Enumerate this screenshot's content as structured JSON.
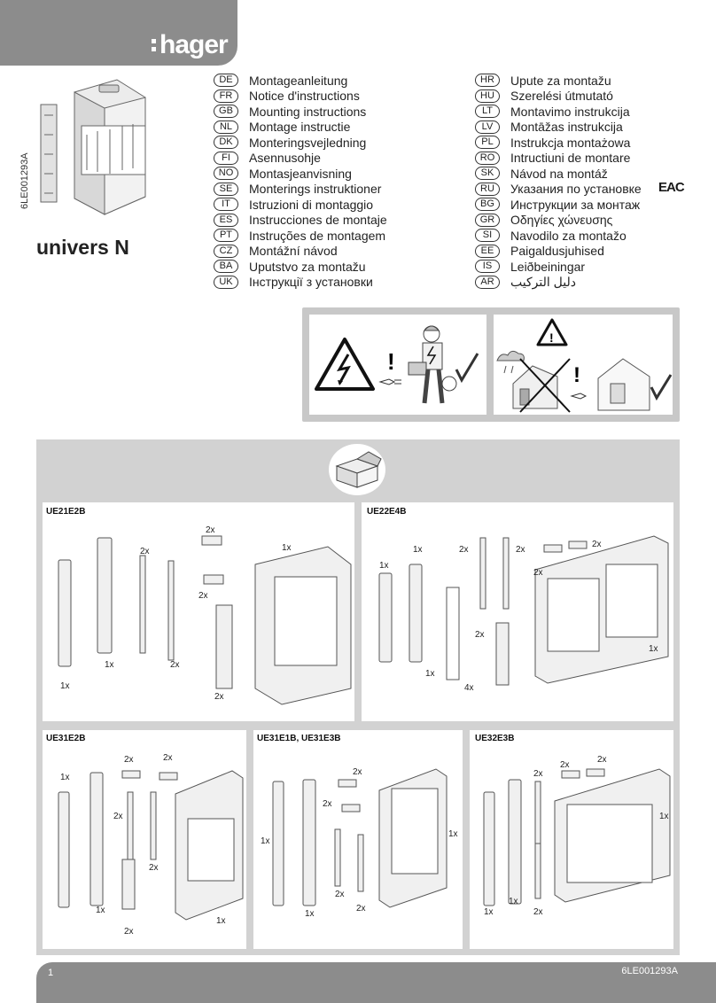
{
  "brand": {
    "logo_text": "hager"
  },
  "document": {
    "code_vertical": "6LE001293A",
    "product": "univers N"
  },
  "languages_left": [
    {
      "code": "DE",
      "text": "Montageanleitung"
    },
    {
      "code": "FR",
      "text": "Notice d'instructions"
    },
    {
      "code": "GB",
      "text": "Mounting instructions"
    },
    {
      "code": "NL",
      "text": "Montage instructie"
    },
    {
      "code": "DK",
      "text": "Monteringsvejledning"
    },
    {
      "code": "FI",
      "text": "Asennusohje"
    },
    {
      "code": "NO",
      "text": "Montasjeanvisning"
    },
    {
      "code": "SE",
      "text": "Monterings instruktioner"
    },
    {
      "code": "IT",
      "text": "Istruzioni di montaggio"
    },
    {
      "code": "ES",
      "text": "Instrucciones de montaje"
    },
    {
      "code": "PT",
      "text": "Instruções de montagem"
    },
    {
      "code": "CZ",
      "text": "Montážní návod"
    },
    {
      "code": "BA",
      "text": "Uputstvo za montažu"
    },
    {
      "code": "UK",
      "text": "Інструкції з установки"
    }
  ],
  "languages_right": [
    {
      "code": "HR",
      "text": "Upute za montažu"
    },
    {
      "code": "HU",
      "text": "Szerelési útmutató"
    },
    {
      "code": "LT",
      "text": "Montavimo instrukcija"
    },
    {
      "code": "LV",
      "text": "Montāžas instrukcija"
    },
    {
      "code": "PL",
      "text": "Instrukcja montażowa"
    },
    {
      "code": "RO",
      "text": "Intructiuni de montare"
    },
    {
      "code": "SK",
      "text": "Návod na montáž"
    },
    {
      "code": "RU",
      "text": "Указания по установке"
    },
    {
      "code": "BG",
      "text": "Инструкции за монтаж"
    },
    {
      "code": "GR",
      "text": "Οδηγίες χώνευσης"
    },
    {
      "code": "SI",
      "text": "Navodilo za montažo"
    },
    {
      "code": "EE",
      "text": "Paigaldusjuhised"
    },
    {
      "code": "IS",
      "text": "Leiðbeiningar"
    },
    {
      "code": "AR",
      "text": "دليل التركيب"
    }
  ],
  "certification_mark": "EAC",
  "kits": {
    "ue21e2b": {
      "label": "UE21E2B",
      "q": [
        "2x",
        "1x",
        "2x",
        "2x",
        "1x",
        "2x",
        "1x",
        "2x"
      ]
    },
    "ue22e4b": {
      "label": "UE22E4B",
      "q": [
        "1x",
        "1x",
        "2x",
        "2x",
        "2x",
        "2x",
        "2x",
        "1x",
        "4x",
        "1x"
      ]
    },
    "ue31e2b": {
      "label": "UE31E2B",
      "q": [
        "2x",
        "2x",
        "1x",
        "2x",
        "2x",
        "1x",
        "2x",
        "1x"
      ]
    },
    "ue31e1b": {
      "label": "UE31E1B, UE31E3B",
      "q": [
        "2x",
        "2x",
        "1x",
        "1x",
        "1x",
        "2x",
        "2x"
      ]
    },
    "ue32e3b": {
      "label": "UE32E3B",
      "q": [
        "2x",
        "2x",
        "2x",
        "1x",
        "1x",
        "1x",
        "2x"
      ]
    }
  },
  "footer": {
    "page": "1",
    "code": "6LE001293A"
  }
}
